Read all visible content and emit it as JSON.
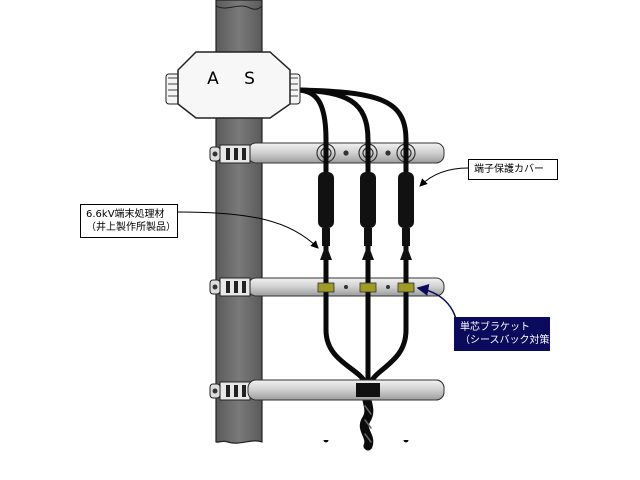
{
  "switch_box": {
    "label": "A S"
  },
  "callouts": {
    "terminal_cover": {
      "line1": "端子保護カバー"
    },
    "termination_kit": {
      "line1": "6.6kV端末処理材",
      "line2": "（井上製作所製品）"
    },
    "single_core_bracket": {
      "line1": "単芯ブラケット",
      "line2": "（シースバック対策品）"
    }
  },
  "colors": {
    "pole": "#6f6f6f",
    "crossarm": "#d4d4d4",
    "cable": "#0a0a0a",
    "bracket": "#9e9a22",
    "dark_label": "#0b0b5e"
  }
}
